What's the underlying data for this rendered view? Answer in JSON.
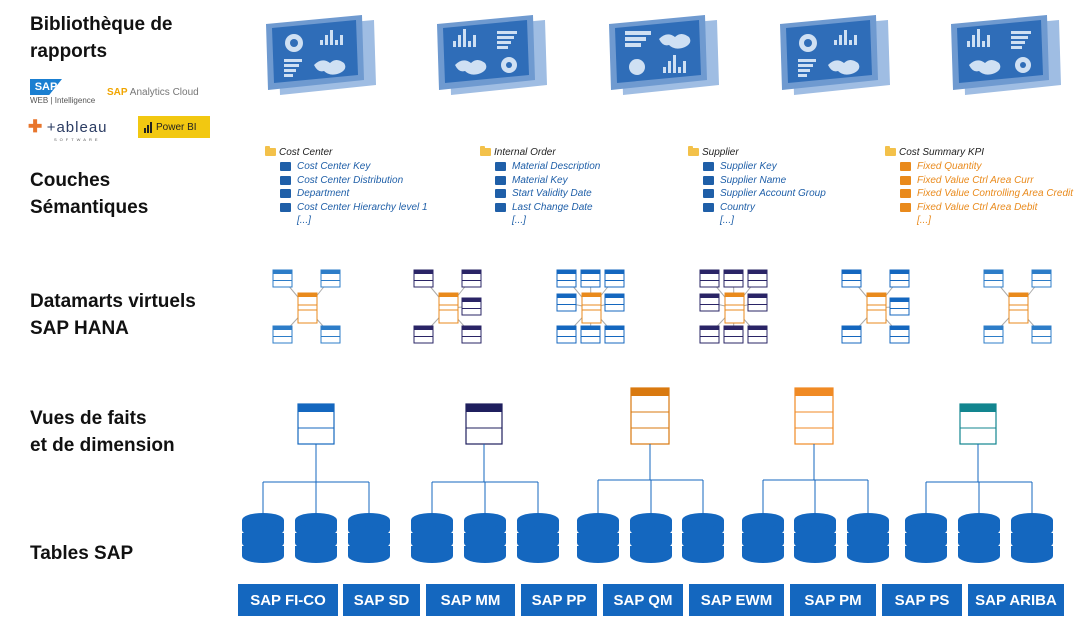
{
  "layers": {
    "library": "Bibliothèque de\nrapports",
    "semantic": "Couches\nSémantiques",
    "datamarts": "Datamarts virtuels\nSAP HANA",
    "views": "Vues de faits\net de dimension",
    "tables": "Tables SAP"
  },
  "logos": {
    "sap": "SAP",
    "webi": "WEB | Intelligence",
    "sac_sap": "SAP",
    "sac": "Analytics Cloud",
    "tableau": "+ableau",
    "tableau_sub": "SOFTWARE",
    "powerbi": "Power BI"
  },
  "semantic_groups": [
    {
      "title": "Cost Center",
      "items": [
        "Cost Center Key",
        "Cost Center Distribution",
        "Department",
        "Cost Center Hierarchy level 1"
      ],
      "more": "[...]",
      "color": "#1f5fa8"
    },
    {
      "title": "Internal Order",
      "items": [
        "Material Description",
        "Material Key",
        "Start Validity Date",
        "Last Change Date"
      ],
      "more": "[...]",
      "color": "#1f5fa8"
    },
    {
      "title": "Supplier",
      "items": [
        "Supplier Key",
        "Supplier Name",
        "Supplier Account Group",
        "Country"
      ],
      "more": "[...]",
      "color": "#1f5fa8"
    },
    {
      "title": "Cost Summary KPI",
      "items": [
        "Fixed Quantity",
        "Fixed Value Ctrl Area Curr",
        "Fixed Value Controlling Area Credit",
        "Fixed Value Ctrl Area Debit"
      ],
      "more": "[...]",
      "color": "#e98a1c"
    }
  ],
  "view_colors": [
    "#1467bf",
    "#1f1f5e",
    "#d9790f",
    "#f08a24",
    "#12858f"
  ],
  "datamart_colors": [
    "#2d7dc8",
    "#2a2466",
    "#1467bf",
    "#2a2466",
    "#1467bf",
    "#2d7dc8"
  ],
  "datamart_center_color": "#e98a1c",
  "sap_modules": [
    "SAP FI-CO",
    "SAP SD",
    "SAP MM",
    "SAP PP",
    "SAP QM",
    "SAP EWM",
    "SAP PM",
    "SAP PS",
    "SAP ARIBA"
  ],
  "colors": {
    "blue": "#1467bf",
    "dashboard": "#2f6db8"
  }
}
